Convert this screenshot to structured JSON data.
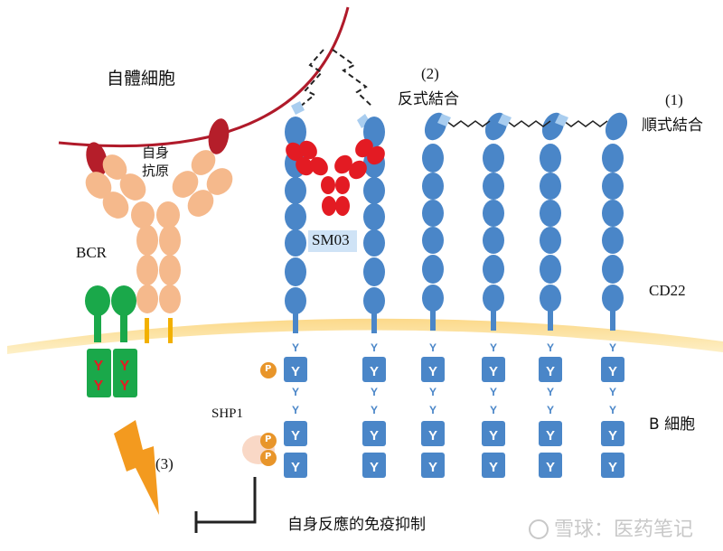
{
  "labels": {
    "self_cell": "自體細胞",
    "self_antigen_line1": "自身",
    "self_antigen_line2": "抗原",
    "bcr": "BCR",
    "sm03": "SM03",
    "trans_num": "(2)",
    "trans_text": "反式結合",
    "cis_num": "(1)",
    "cis_text": "順式結合",
    "cd22": "CD22",
    "b_cell": "B 細胞",
    "shp1": "SHP1",
    "step3": "(3)",
    "inhibition": "自身反應的免疫抑制",
    "phospho": "P",
    "itim": "Y"
  },
  "watermark": {
    "text": "雪球：医药笔记"
  },
  "colors": {
    "cell_membrane_line": "#b01a2a",
    "self_antigen": "#b51e2a",
    "antibody": "#f5b98c",
    "cd22_domain": "#4a86c8",
    "cd22_domain_light": "#a9cdef",
    "sm03": "#e31b23",
    "b_cell_membrane": "#fde5a7",
    "bcr": "#1aa84a",
    "bcr_y": "#e31b23",
    "phosphate": "#e8952a",
    "shp1": "#f9d8c6",
    "lightning": "#f39a1f"
  }
}
